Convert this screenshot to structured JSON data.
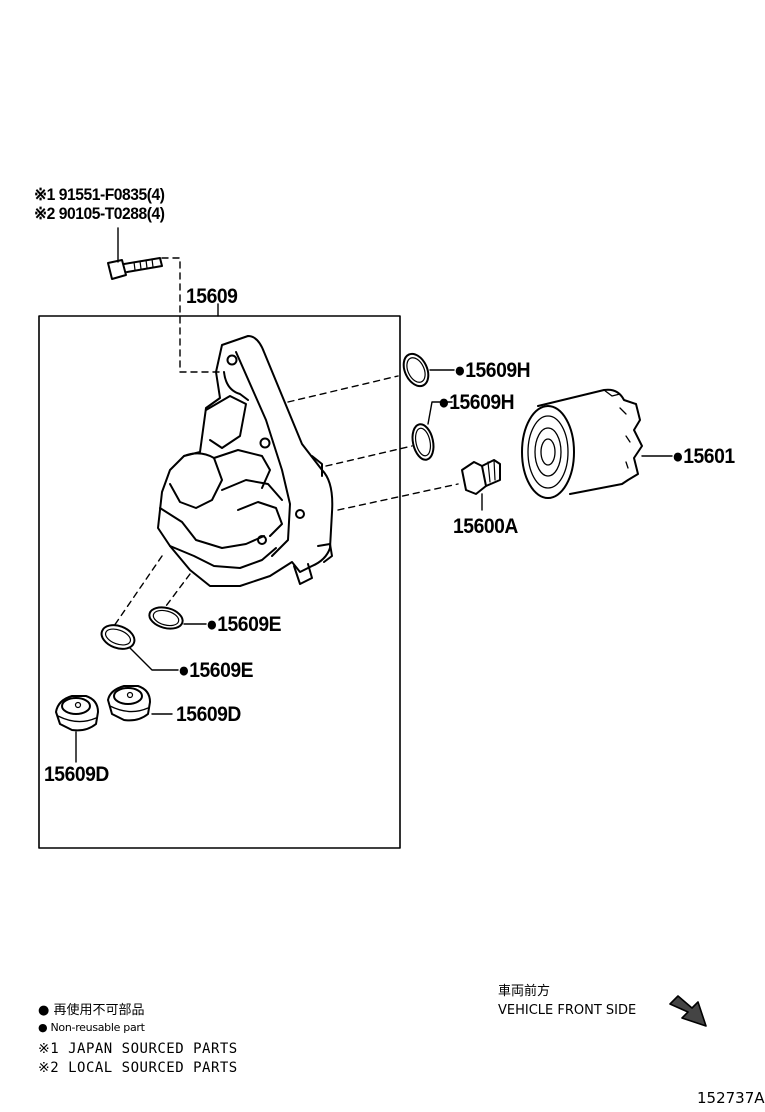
{
  "bolt_callouts": {
    "line1": "※1 91551-F0835(4)",
    "line2": "※2 90105-T0288(4)"
  },
  "part_labels": {
    "housing": "15609",
    "gasket_h_upper": "●15609H",
    "gasket_h_lower": "●15609H",
    "oil_filter": "●15601",
    "union_bolt": "15600A",
    "gasket_e_upper": "●15609E",
    "gasket_e_lower": "●15609E",
    "plug_d_right": "15609D",
    "plug_d_left": "15609D"
  },
  "legend": {
    "nonreusable_jp": "● 再使用不可部品",
    "nonreusable_en": "● Non-reusable part",
    "japan_sourced": "※1 JAPAN SOURCED PARTS",
    "local_sourced": "※2 LOCAL SOURCED PARTS"
  },
  "orientation": {
    "label_jp": "車両前方",
    "label_en": "VEHICLE FRONT SIDE"
  },
  "figure_ref": "152737A"
}
